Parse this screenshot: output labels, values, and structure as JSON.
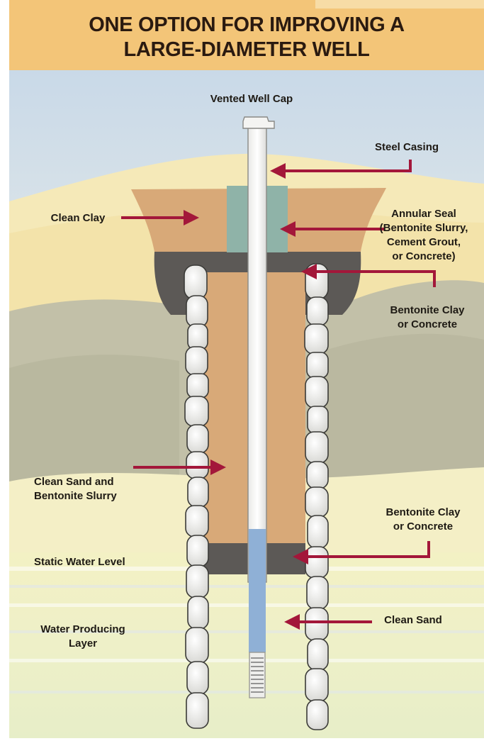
{
  "title": {
    "line1": "ONE OPTION FOR IMPROVING A",
    "line2": "LARGE-DIAMETER WELL"
  },
  "labels": {
    "vented_well_cap": "Vented Well Cap",
    "steel_casing": "Steel Casing",
    "clean_clay": "Clean Clay",
    "annular_seal": [
      "Annular Seal",
      "(Bentonite Slurry,",
      "Cement Grout,",
      "or Concrete)"
    ],
    "bentonite_top": [
      "Bentonite Clay",
      "or Concrete"
    ],
    "clean_sand_bentonite": [
      "Clean Sand and",
      "Bentonite Slurry"
    ],
    "bentonite_bottom": [
      "Bentonite Clay",
      "or Concrete"
    ],
    "static_water_level": "Static Water Level",
    "water_producing": [
      "Water Producing",
      "Layer"
    ],
    "clean_sand": "Clean Sand"
  },
  "colors": {
    "banner": "#f3c578",
    "arrow": "#a3173a",
    "clay": "#d8a978",
    "concrete": "#5a5754",
    "seal": "#8fb3a8",
    "water": "#8fb0d6"
  }
}
